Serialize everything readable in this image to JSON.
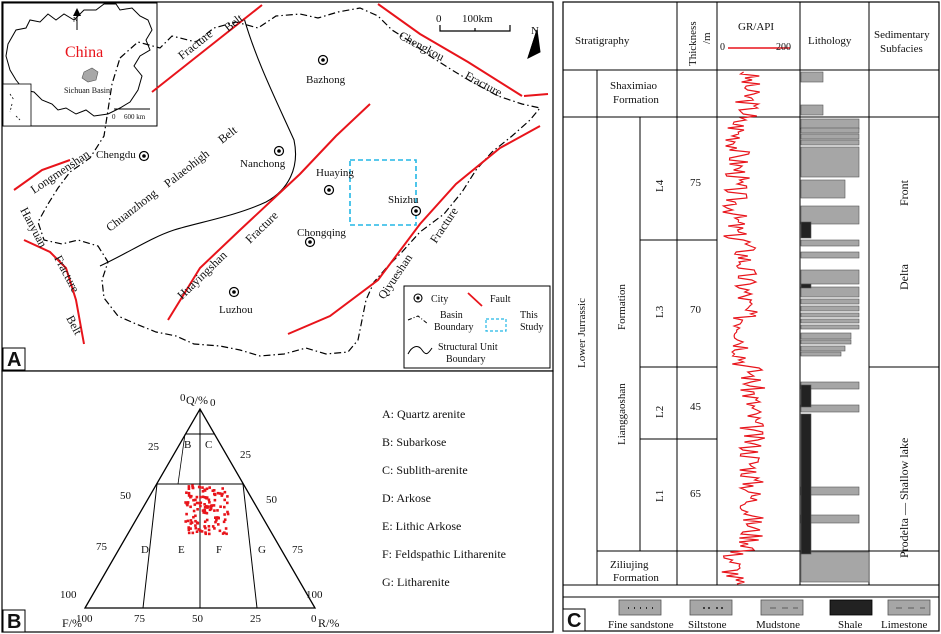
{
  "panel_a": {
    "tag": "A",
    "inset": {
      "country": "China",
      "basin": "Sichuan Basin",
      "scale_zero": "0",
      "scale_value": "600 km",
      "north": "N"
    },
    "scale": {
      "zero": "0",
      "value": "100km"
    },
    "north": "N",
    "cities": [
      {
        "name": "Chengdu"
      },
      {
        "name": "Bazhong"
      },
      {
        "name": "Nanchong"
      },
      {
        "name": "Huaying"
      },
      {
        "name": "Chongqing"
      },
      {
        "name": "Shizhu"
      },
      {
        "name": "Luzhou"
      }
    ],
    "labels": {
      "fracture_belt_top": [
        "Fracture",
        "Belt"
      ],
      "chengkou": [
        "Chengkou",
        "Fracture"
      ],
      "longmenshan": "Longmenshan",
      "chuanzhong": [
        "Chuanzhong",
        "Palaeohigh",
        "Belt"
      ],
      "huayingshan": [
        "Huayingshan",
        "Fracture"
      ],
      "hanyuan": [
        "Hanyuan",
        "Fracture",
        "Belt"
      ],
      "qiyueshan": [
        "Qiyueshan",
        "Fracture"
      ]
    },
    "legend": {
      "city": "City",
      "fault": "Fault",
      "basin_boundary": [
        "Basin",
        "Boundary"
      ],
      "this_study": [
        "This",
        "Study"
      ],
      "structural": [
        "Structural Unit",
        "Boundary"
      ]
    }
  },
  "panel_b": {
    "tag": "B",
    "apex_label": "Q/%",
    "left_label": "F/%",
    "right_label": "R/%",
    "left_ticks": [
      "100",
      "75",
      "50",
      "25",
      "0"
    ],
    "right_ticks": [
      "0",
      "25",
      "50",
      "75",
      "100"
    ],
    "bottom_ticks": [
      "100",
      "75",
      "50",
      "25",
      "0"
    ],
    "field_letters": [
      "B",
      "C",
      "D",
      "E",
      "F",
      "G"
    ],
    "legend": [
      "A: Quartz arenite",
      "B: Subarkose",
      "C: Sublith-arenite",
      "D: Arkose",
      "E: Lithic Arkose",
      "F: Feldspathic Litharenite",
      "G: Litharenite"
    ],
    "colors": {
      "samples": "#e8141b"
    }
  },
  "panel_c": {
    "tag": "C",
    "headers": {
      "stratigraphy": "Stratigraphy",
      "thickness": [
        "Thickness",
        "/m"
      ],
      "gr_title": "GR/API",
      "gr_min": "0",
      "gr_max": "200",
      "lithology": "Lithology",
      "facies": [
        "Sedimentary",
        "Subfacies"
      ]
    },
    "series": "Lower Jurrassic",
    "formations": {
      "shaximiao": [
        "Shaximiao",
        "Formation"
      ],
      "lianggaoshan": [
        "Lianggaoshan",
        "Formation"
      ],
      "ziliujing": [
        "Ziliujing",
        "Formation"
      ]
    },
    "members": [
      {
        "name": "L4",
        "thickness": "75"
      },
      {
        "name": "L3",
        "thickness": "70"
      },
      {
        "name": "L2",
        "thickness": "45"
      },
      {
        "name": "L1",
        "thickness": "65"
      }
    ],
    "facies": {
      "upper": [
        "Delta",
        "Front"
      ],
      "lower": "Prodelta — Shallow lake"
    },
    "legend": [
      "Fine sandstone",
      "Siltstone",
      "Mudstone",
      "Shale",
      "Limestone"
    ],
    "colors": {
      "gr_curve": "#e8141b",
      "rock": "#a6a6a6",
      "shale": "#222222"
    }
  }
}
